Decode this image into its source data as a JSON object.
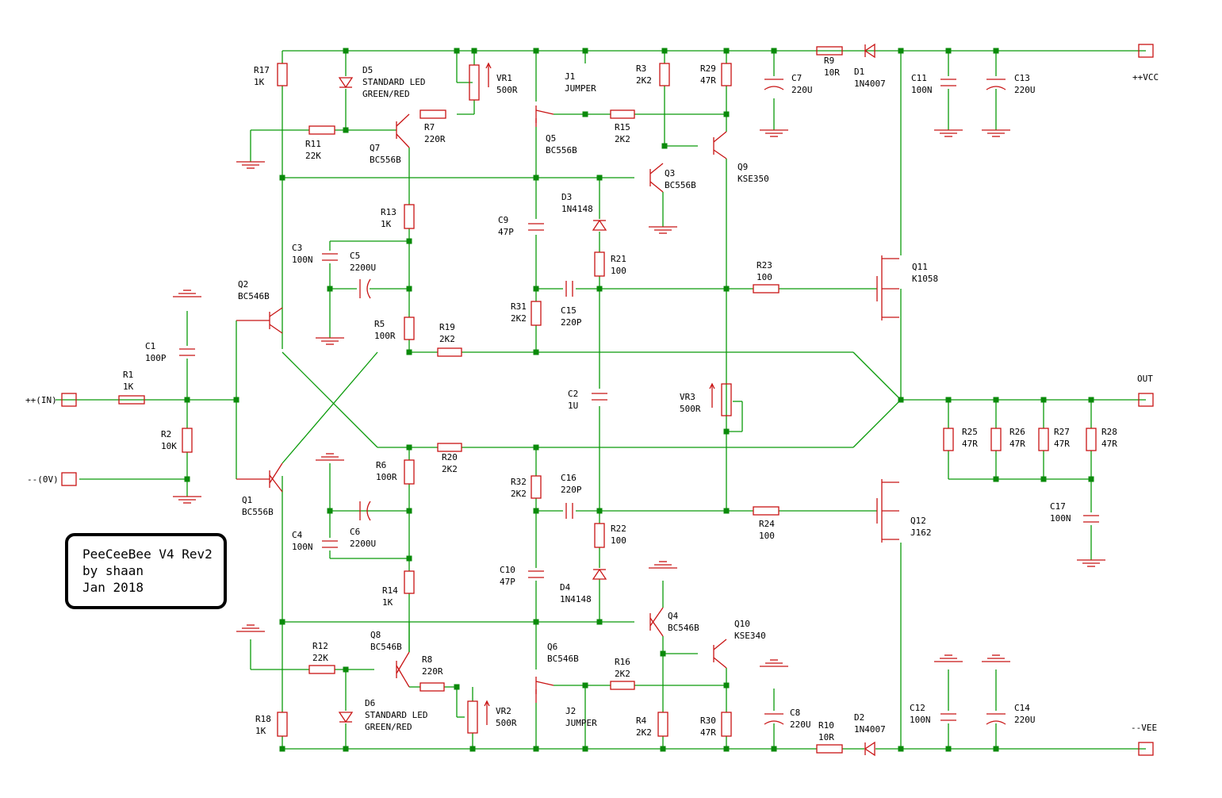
{
  "title_block": {
    "line1": "PeeCeeBee V4 Rev2",
    "line2": "by shaan",
    "line3": "Jan 2018"
  },
  "components": {
    "R17": [
      "R17",
      "1K"
    ],
    "D5": [
      "D5",
      "STANDARD LED",
      "GREEN/RED"
    ],
    "VR1": [
      "VR1",
      "500R"
    ],
    "J1": [
      "J1",
      "JUMPER"
    ],
    "R3": [
      "R3",
      "2K2"
    ],
    "R29": [
      "R29",
      "47R"
    ],
    "C7": [
      "C7",
      "220U"
    ],
    "R9": [
      "R9",
      "10R"
    ],
    "D1": [
      "D1",
      "1N4007"
    ],
    "C11": [
      "C11",
      "100N"
    ],
    "C13": [
      "C13",
      "220U"
    ],
    "R7": [
      "R7",
      "220R"
    ],
    "R11": [
      "R11",
      "22K"
    ],
    "Q7": [
      "Q7",
      "BC556B"
    ],
    "Q5": [
      "Q5",
      "BC556B"
    ],
    "R15": [
      "R15",
      "2K2"
    ],
    "Q9": [
      "Q9",
      "KSE350"
    ],
    "Q3": [
      "Q3",
      "BC556B"
    ],
    "D3": [
      "D3",
      "1N4148"
    ],
    "R13": [
      "R13",
      "1K"
    ],
    "C9": [
      "C9",
      "47P"
    ],
    "C3": [
      "C3",
      "100N"
    ],
    "C5": [
      "C5",
      "2200U"
    ],
    "R21": [
      "R21",
      "100"
    ],
    "R23": [
      "R23",
      "100"
    ],
    "Q11": [
      "Q11",
      "K1058"
    ],
    "Q2": [
      "Q2",
      "BC546B"
    ],
    "C1": [
      "C1",
      "100P"
    ],
    "R31": [
      "R31",
      "2K2"
    ],
    "C15": [
      "C15",
      "220P"
    ],
    "R5": [
      "R5",
      "100R"
    ],
    "R19": [
      "R19",
      "2K2"
    ],
    "R1": [
      "R1",
      "1K"
    ],
    "C2": [
      "C2",
      "1U"
    ],
    "VR3": [
      "VR3",
      "500R"
    ],
    "R2": [
      "R2",
      "10K"
    ],
    "R25": [
      "R25",
      "47R"
    ],
    "R26": [
      "R26",
      "47R"
    ],
    "R27": [
      "R27",
      "47R"
    ],
    "R28": [
      "R28",
      "47R"
    ],
    "R6": [
      "R6",
      "100R"
    ],
    "R20": [
      "R20",
      "2K2"
    ],
    "R32": [
      "R32",
      "2K2"
    ],
    "C16": [
      "C16",
      "220P"
    ],
    "Q1": [
      "Q1",
      "BC556B"
    ],
    "C17": [
      "C17",
      "100N"
    ],
    "C4": [
      "C4",
      "100N"
    ],
    "C6": [
      "C6",
      "2200U"
    ],
    "R22": [
      "R22",
      "100"
    ],
    "R24": [
      "R24",
      "100"
    ],
    "Q12": [
      "Q12",
      "J162"
    ],
    "C10": [
      "C10",
      "47P"
    ],
    "R14": [
      "R14",
      "1K"
    ],
    "D4": [
      "D4",
      "1N4148"
    ],
    "Q4": [
      "Q4",
      "BC546B"
    ],
    "Q10": [
      "Q10",
      "KSE340"
    ],
    "Q8": [
      "Q8",
      "BC546B"
    ],
    "R12": [
      "R12",
      "22K"
    ],
    "R8": [
      "R8",
      "220R"
    ],
    "Q6": [
      "Q6",
      "BC546B"
    ],
    "R16": [
      "R16",
      "2K2"
    ],
    "D6": [
      "D6",
      "STANDARD LED",
      "GREEN/RED"
    ],
    "VR2": [
      "VR2",
      "500R"
    ],
    "J2": [
      "J2",
      "JUMPER"
    ],
    "R18": [
      "R18",
      "1K"
    ],
    "R4": [
      "R4",
      "2K2"
    ],
    "R30": [
      "R30",
      "47R"
    ],
    "C8": [
      "C8",
      "220U"
    ],
    "R10": [
      "R10",
      "10R"
    ],
    "D2": [
      "D2",
      "1N4007"
    ],
    "C12": [
      "C12",
      "100N"
    ],
    "C14": [
      "C14",
      "220U"
    ]
  },
  "ports": {
    "vcc": "++VCC",
    "vee": "--VEE",
    "out": "OUT",
    "in": "++(IN)",
    "gnd": "--(0V)"
  },
  "colors": {
    "wire": "#0a9b0a",
    "component": "#c81414",
    "junction": "#0a8a0a"
  }
}
